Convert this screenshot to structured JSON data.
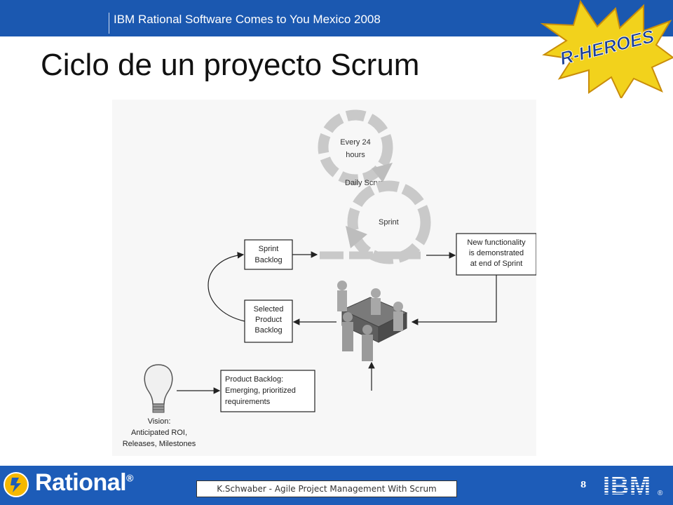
{
  "header": {
    "event_title": "IBM Rational Software Comes to You Mexico 2008",
    "badge_text": "R-HEROES",
    "colors": {
      "bar": "#1b58b0",
      "badge_burst": "#f2d21c",
      "badge_text": "#1b3f94"
    }
  },
  "slide": {
    "title": "Ciclo de un proyecto Scrum"
  },
  "diagram": {
    "daily_loop_label": "Every 24 hours",
    "daily_loop_label_lines": [
      "Every 24",
      "hours"
    ],
    "daily_scrum": "Daily Scrum",
    "sprint": "Sprint",
    "sprint_backlog": "Sprint Backlog",
    "sprint_backlog_lines": [
      "Sprint",
      "Backlog"
    ],
    "new_functionality": "New functionality is demonstrated at end of Sprint",
    "new_functionality_lines": [
      "New functionality",
      "is demonstrated",
      "at end of Sprint"
    ],
    "selected_product_backlog": "Selected Product Backlog",
    "selected_product_backlog_lines": [
      "Selected",
      "Product",
      "Backlog"
    ],
    "product_backlog": "Product Backlog: Emerging, prioritized requirements",
    "product_backlog_lines": [
      "Product Backlog:",
      "Emerging, prioritized",
      "requirements"
    ],
    "vision": "Vision: Anticipated ROI, Releases, Milestones",
    "vision_lines": [
      "Vision:",
      "Anticipated ROI,",
      "Releases, Milestones"
    ],
    "icons": [
      "lightbulb-icon",
      "team-meeting-icon"
    ]
  },
  "footer": {
    "brand": "Rational",
    "brand_mark": "®",
    "citation": "K.Schwaber - Agile Project Management With Scrum",
    "page_number": "8",
    "logo_text": "IBM",
    "colors": {
      "bar": "#1d5cb8",
      "emblem": "#f5b800"
    }
  }
}
